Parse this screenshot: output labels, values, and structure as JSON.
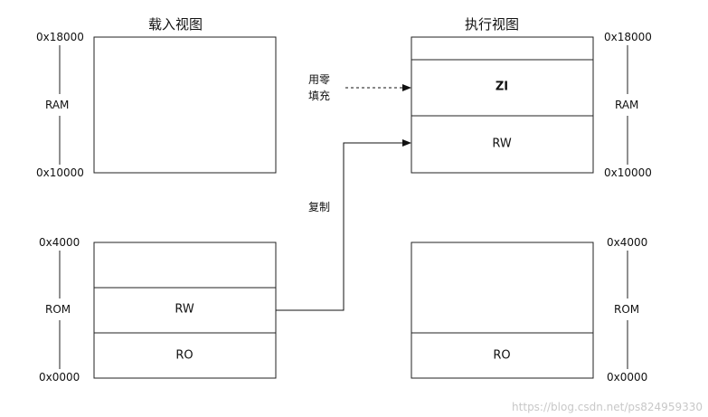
{
  "titles": {
    "load_view": "载入视图",
    "exec_view": "执行视图"
  },
  "addresses": {
    "ram_top": "0x18000",
    "ram_bottom": "0x10000",
    "rom_top": "0x4000",
    "rom_bottom": "0x0000"
  },
  "region_labels": {
    "ram": "RAM",
    "rom": "ROM"
  },
  "segments": {
    "zi": "ZI",
    "rw": "RW",
    "ro": "RO"
  },
  "notes": {
    "zero_fill_line1": "用零",
    "zero_fill_line2": "填充",
    "copy": "复制"
  },
  "watermark": "https://blog.csdn.net/ps824959330"
}
